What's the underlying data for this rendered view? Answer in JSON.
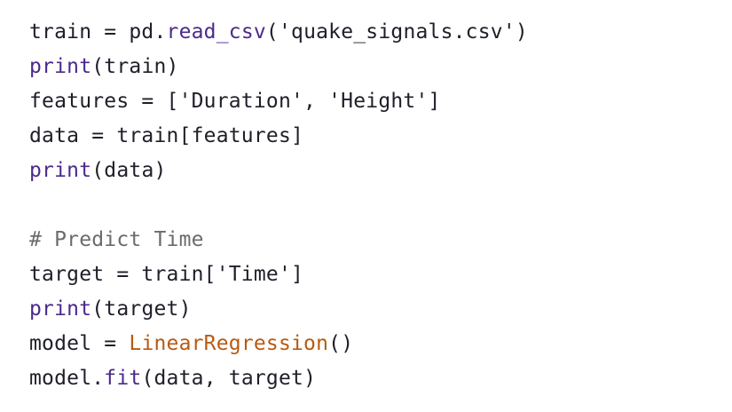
{
  "code": {
    "line1": {
      "a": "train = pd.",
      "b": "read_csv",
      "c": "('quake_signals.csv')"
    },
    "line2": {
      "a": "print",
      "b": "(train)"
    },
    "line3": {
      "a": "features = ['Duration', 'Height']"
    },
    "line4": {
      "a": "data = train[features]"
    },
    "line5": {
      "a": "print",
      "b": "(data)"
    },
    "line6": {
      "a": "# Predict Time"
    },
    "line7": {
      "a": "target = train['Time']"
    },
    "line8": {
      "a": "print",
      "b": "(target)"
    },
    "line9": {
      "a": "model = ",
      "b": "LinearRegression",
      "c": "()"
    },
    "line10": {
      "a": "model.",
      "b": "fit",
      "c": "(data, target)"
    }
  },
  "colors": {
    "keyword": "#4b2a8c",
    "class_name": "#b85a12",
    "comment": "#6b6b6b",
    "text": "#1f1f2a",
    "background": "#ffffff"
  }
}
